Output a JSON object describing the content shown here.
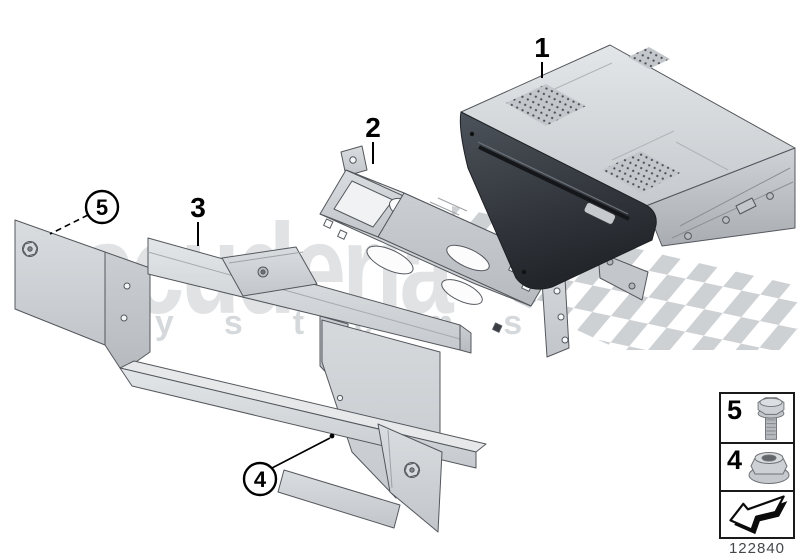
{
  "watermark": {
    "primary": "scuderia",
    "secondary": "systems"
  },
  "callouts": [
    {
      "label": "1"
    },
    {
      "label": "2"
    },
    {
      "label": "3"
    },
    {
      "label": "4"
    },
    {
      "label": "5"
    }
  ],
  "legend": {
    "rows": [
      {
        "ref": "5",
        "icon": "hex-bolt-icon"
      },
      {
        "ref": "4",
        "icon": "flange-nut-icon"
      },
      {
        "icon": "install-direction-arrow-icon"
      }
    ],
    "part_number": "122840"
  },
  "colors": {
    "metal_light": "#e3e6e8",
    "metal_mid": "#c9cdd1",
    "metal_dark": "#b7bbbf",
    "bezel_dark": "#24272c",
    "outline": "#54585d",
    "watermark_text": "#e0e2e4",
    "watermark_checker": "#ced1d4",
    "callout_line": "#000000"
  }
}
